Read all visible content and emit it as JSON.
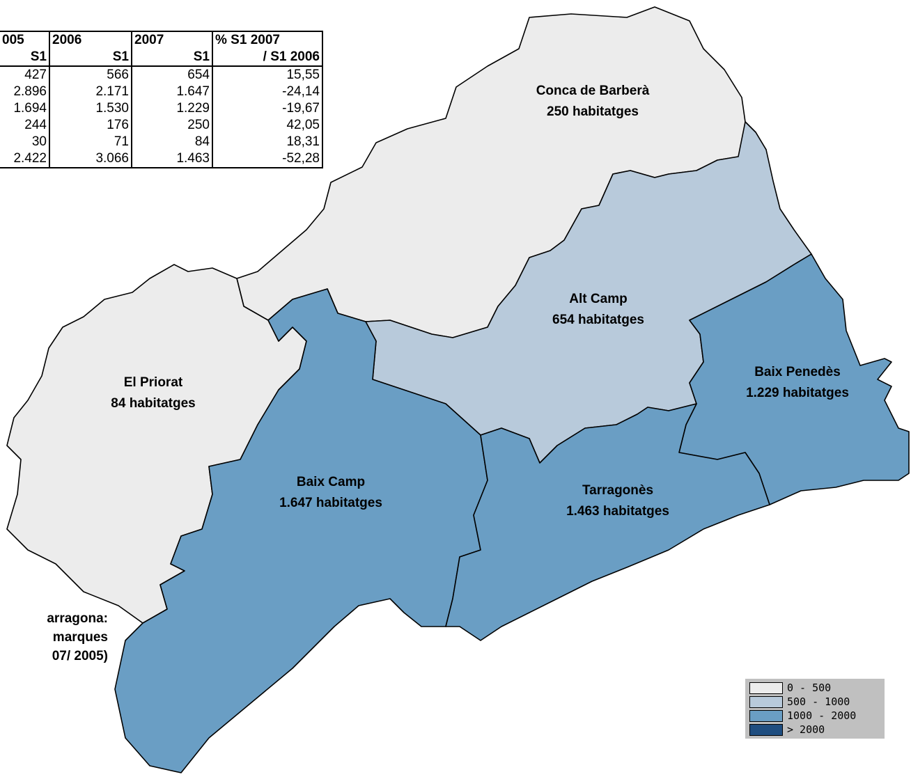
{
  "colors": {
    "class_0_500": "#ececec",
    "class_500_1000": "#b8cadb",
    "class_1000_2000": "#6a9ec4",
    "class_gt_2000": "#1f4e80",
    "legend_background": "#c0c0c0"
  },
  "table": {
    "year_headers": [
      "005",
      "2006",
      "2007",
      "% S1 2007"
    ],
    "sub_headers": [
      "S1",
      "S1",
      "S1",
      "/ S1 2006"
    ],
    "rows": [
      [
        "427",
        "566",
        "654",
        "15,55"
      ],
      [
        "2.896",
        "2.171",
        "1.647",
        "-24,14"
      ],
      [
        "1.694",
        "1.530",
        "1.229",
        "-19,67"
      ],
      [
        "244",
        "176",
        "250",
        "42,05"
      ],
      [
        "30",
        "71",
        "84",
        "18,31"
      ],
      [
        "2.422",
        "3.066",
        "1.463",
        "-52,28"
      ]
    ]
  },
  "regions": [
    {
      "name": "Conca de Barberà",
      "value": "250 habitatges",
      "class": "0 - 500"
    },
    {
      "name": "Alt Camp",
      "value": "654 habitatges",
      "class": "500 - 1000"
    },
    {
      "name": "Baix Penedès",
      "value": "1.229 habitatges",
      "class": "1000 - 2000"
    },
    {
      "name": "El Priorat",
      "value": "84 habitatges",
      "class": "0 - 500"
    },
    {
      "name": "Baix Camp",
      "value": "1.647 habitatges",
      "class": "1000 - 2000"
    },
    {
      "name": "Tarragonès",
      "value": "1.463 habitatges",
      "class": "1000 - 2000"
    }
  ],
  "title": {
    "line1": "arragona:",
    "line2": "marques",
    "line3": "07/ 2005)"
  },
  "legend": {
    "items": [
      {
        "label": "0 - 500"
      },
      {
        "label": "500 - 1000"
      },
      {
        "label": "1000 - 2000"
      },
      {
        "label": "> 2000"
      }
    ]
  }
}
